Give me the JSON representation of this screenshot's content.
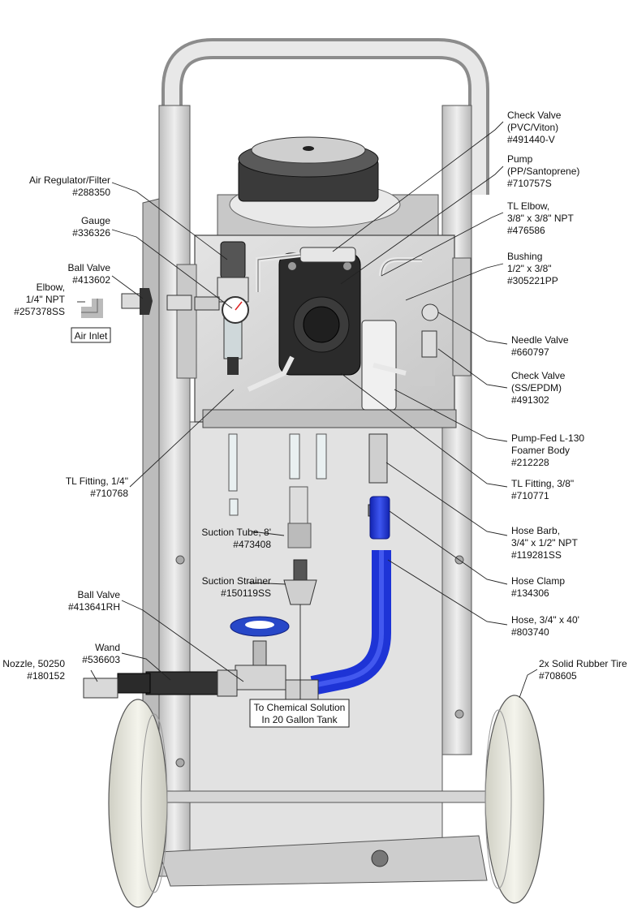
{
  "labels": {
    "air_regulator": [
      "Air Regulator/Filter",
      "#288350"
    ],
    "gauge": [
      "Gauge",
      "#336326"
    ],
    "ball_valve_top": [
      "Ball Valve",
      "#413602"
    ],
    "elbow": [
      "Elbow,",
      "1/4\" NPT",
      "#257378SS"
    ],
    "air_inlet": "Air Inlet",
    "check_valve_pvc": [
      "Check Valve",
      "(PVC/Viton)",
      "#491440-V"
    ],
    "pump": [
      "Pump",
      "(PP/Santoprene)",
      "#710757S"
    ],
    "tl_elbow": [
      "TL Elbow,",
      "3/8\" x 3/8\" NPT",
      "#476586"
    ],
    "bushing": [
      "Bushing",
      "1/2\" x 3/8\"",
      "#305221PP"
    ],
    "needle_valve": [
      "Needle Valve",
      "#660797"
    ],
    "check_valve_ss": [
      "Check Valve",
      "(SS/EPDM)",
      "#491302"
    ],
    "foamer_body": [
      "Pump-Fed L-130",
      "Foamer Body",
      "#212228"
    ],
    "tl_fitting_14": [
      "TL Fitting, 1/4\"",
      "#710768"
    ],
    "tl_fitting_38": [
      "TL Fitting, 3/8\"",
      "#710771"
    ],
    "suction_tube": [
      "Suction Tube, 8'",
      "#473408"
    ],
    "hose_barb": [
      "Hose Barb,",
      "3/4\" x 1/2\" NPT",
      "#119281SS"
    ],
    "hose_clamp": [
      "Hose Clamp",
      "#134306"
    ],
    "suction_strainer": [
      "Suction Strainer",
      "#150119SS"
    ],
    "hose": [
      "Hose, 3/4\" x 40'",
      "#803740"
    ],
    "ball_valve_bottom": [
      "Ball Valve",
      "#413641RH"
    ],
    "wand": [
      "Wand",
      "#536603"
    ],
    "nozzle": [
      "Nozzle, 50250",
      "#180152"
    ],
    "tire": [
      "2x Solid Rubber Tire",
      "#708605"
    ],
    "chemical_tank": [
      "To Chemical Solution",
      "In 20 Gallon Tank"
    ]
  },
  "colors": {
    "frame_metal": "#d9d9d9",
    "panel_metal": "#cfcfcf",
    "hose_blue": "#1e34d6",
    "tire_rubber": "#e6e6dc",
    "pump_black": "#2b2b2b",
    "valve_blue": "#2747c8"
  }
}
